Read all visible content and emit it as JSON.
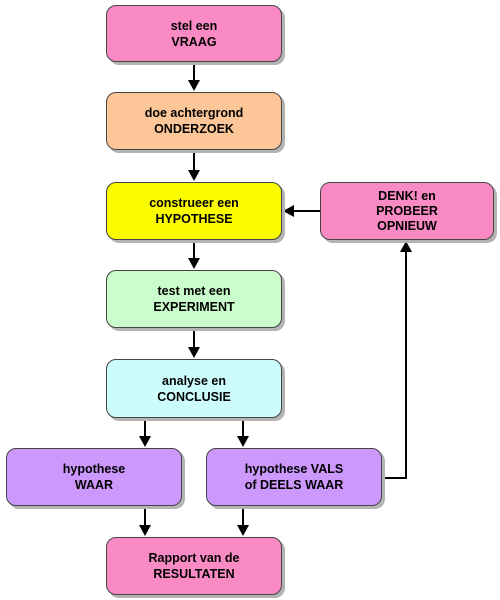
{
  "colors": {
    "pink": "#f98ac4",
    "orange": "#fcc698",
    "yellow": "#fcfc00",
    "green": "#cbfccb",
    "cyan": "#ccfcfc",
    "purple": "#cc98fc",
    "arrow": "#000000",
    "border": "#444444"
  },
  "nodes": {
    "ask_question": {
      "line1": "stel een",
      "line2": "VRAAG"
    },
    "background_research": {
      "line1": "doe achtergrond",
      "line2": "ONDERZOEK"
    },
    "construct_hypothesis": {
      "line1": "construeer een",
      "line2": "HYPOTHESE"
    },
    "think_try_again": {
      "line1": "DENK! en",
      "line2": "PROBEER",
      "line3": "OPNIEUW"
    },
    "test_experiment": {
      "line1": "test met een",
      "line2": "EXPERIMENT"
    },
    "analyze_conclude": {
      "line1": "analyse en",
      "line2": "CONCLUSIE"
    },
    "hypothesis_true": {
      "line1": "hypothese",
      "line2": "WAAR"
    },
    "hypothesis_false": {
      "line1": "hypothese VALS",
      "line2": "of DEELS WAAR"
    },
    "report_results": {
      "line1": "Rapport van de",
      "line2": "RESULTATEN"
    }
  }
}
